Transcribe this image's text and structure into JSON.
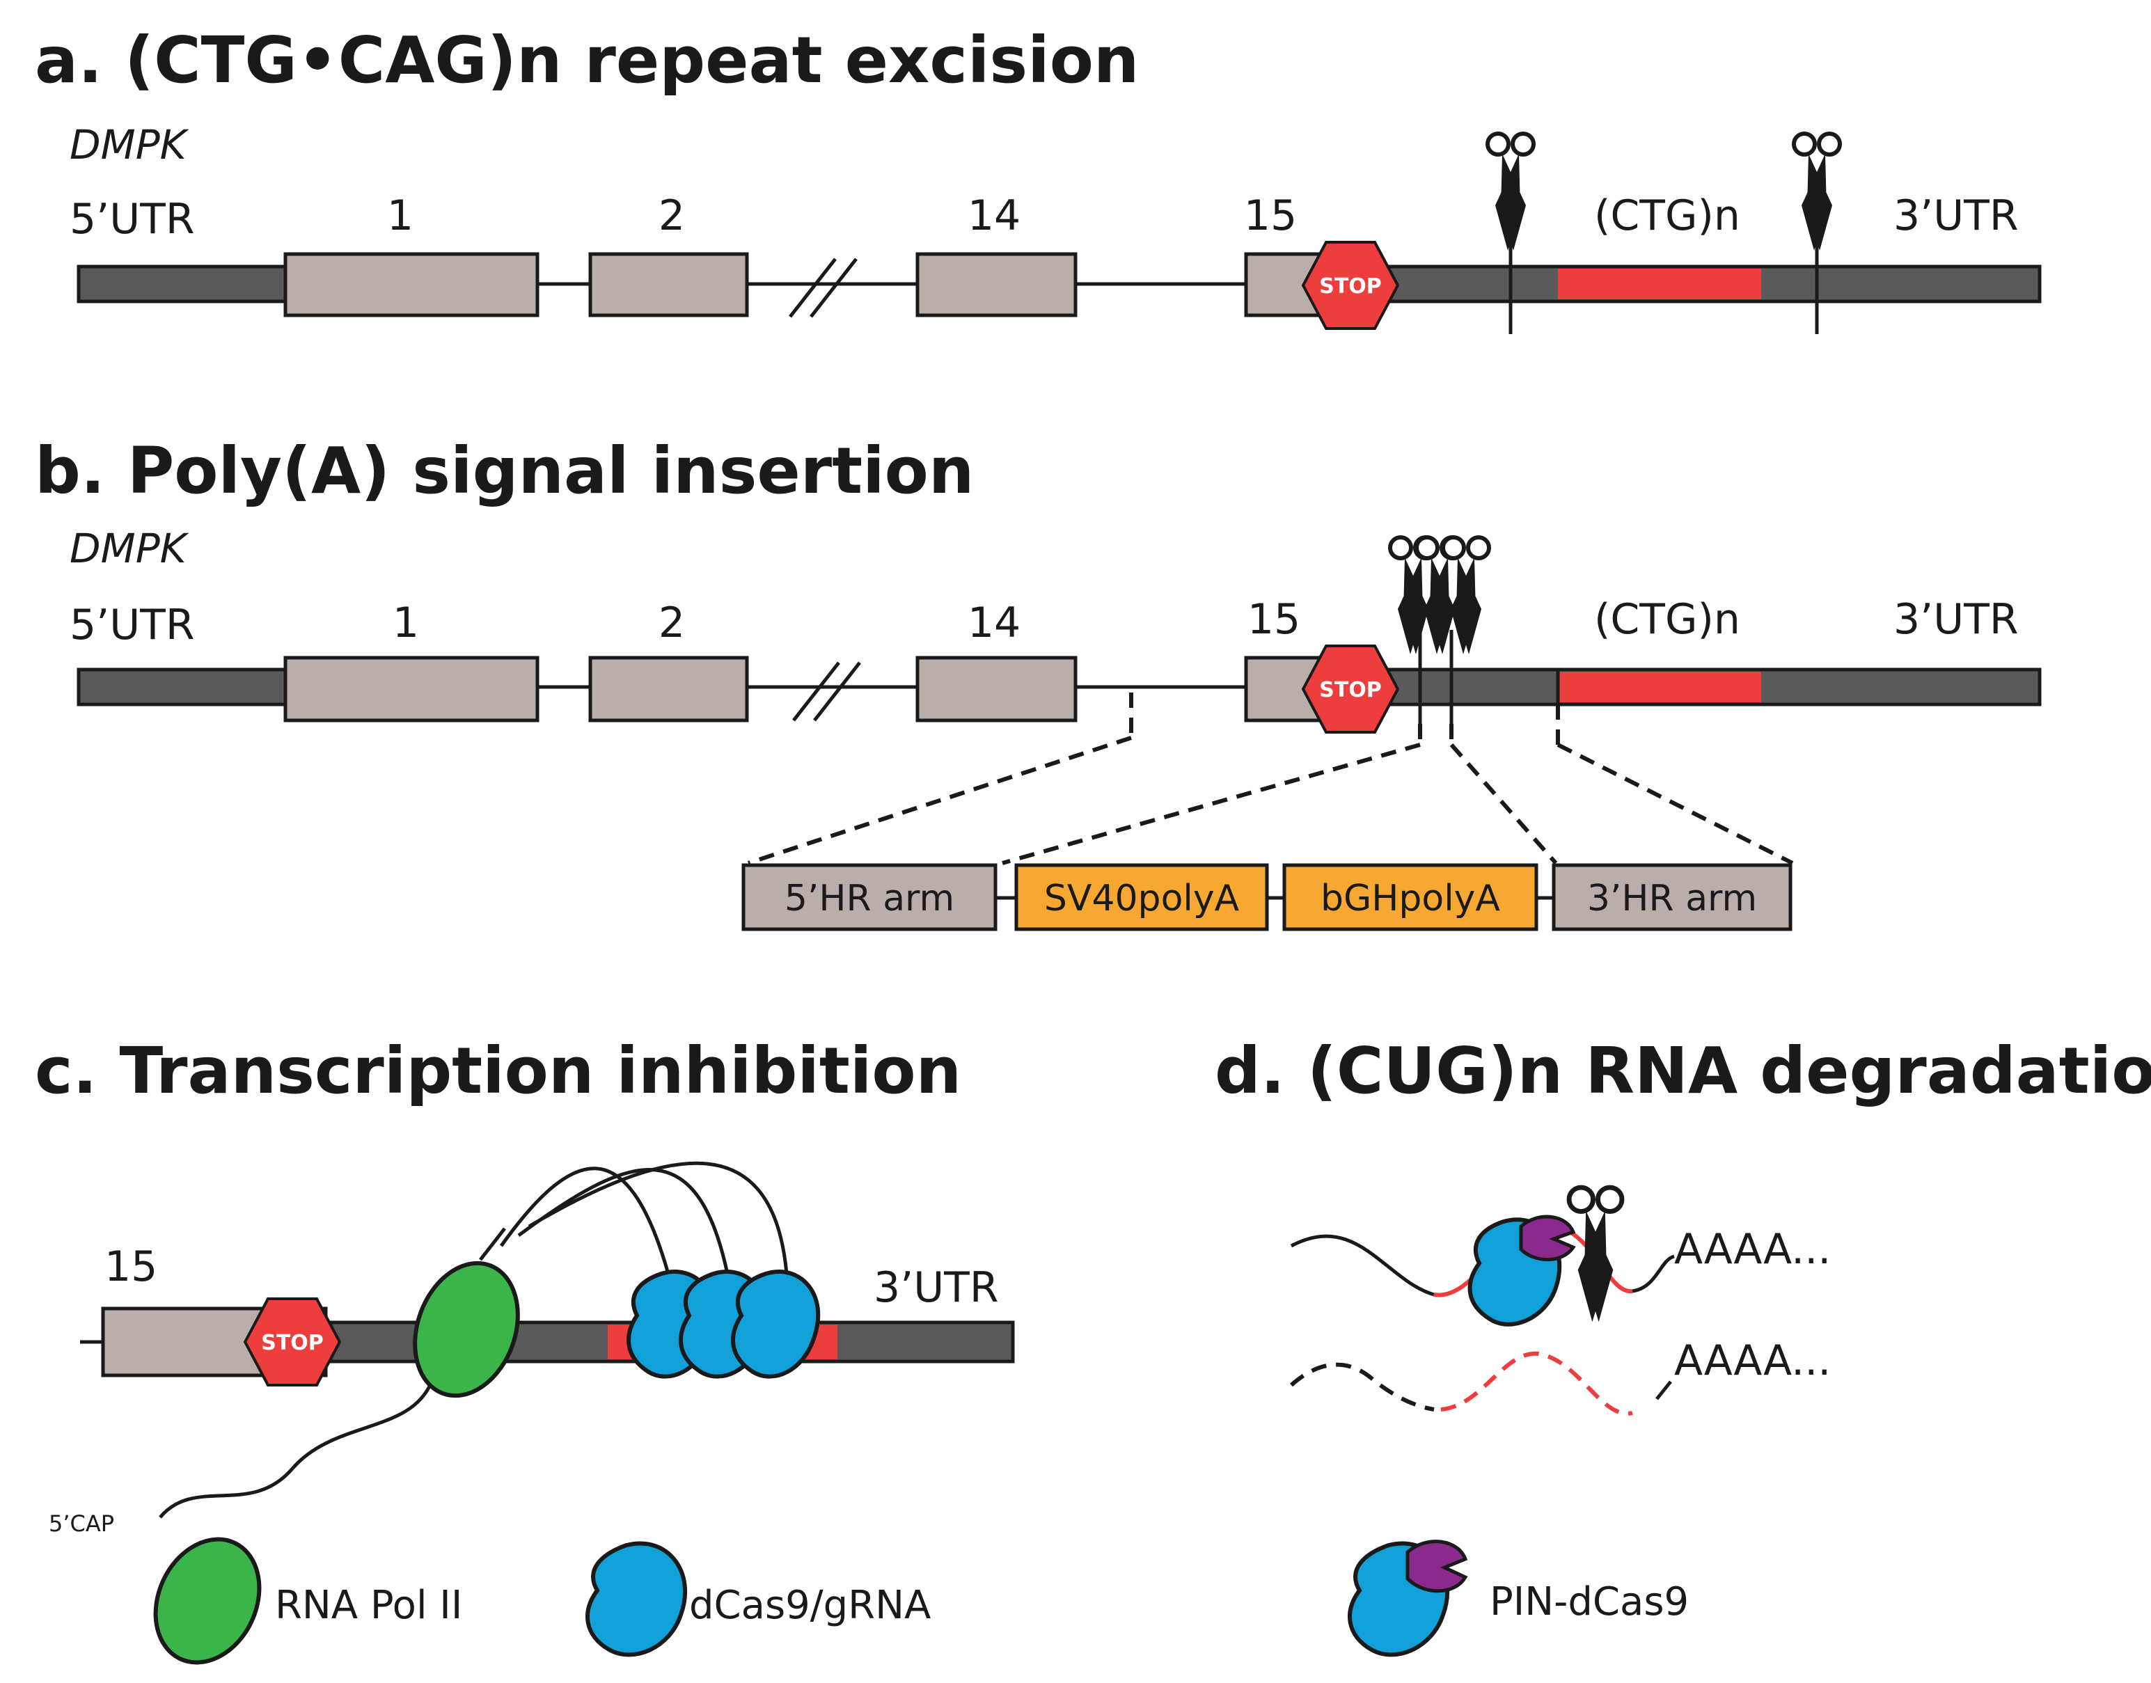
{
  "panel_a": {
    "title": "a. (CTG•CAG)n repeat excision",
    "gene": "DMPK",
    "utr5": "5’UTR",
    "exons": [
      "1",
      "2",
      "14",
      "15"
    ],
    "stop": "STOP",
    "repeat": "(CTG)n",
    "utr3": "3’UTR"
  },
  "panel_b": {
    "title": "b. Poly(A) signal insertion",
    "gene": "DMPK",
    "utr5": "5’UTR",
    "exons": [
      "1",
      "2",
      "14",
      "15"
    ],
    "stop": "STOP",
    "repeat": "(CTG)n",
    "utr3": "3’UTR",
    "cassette": [
      "5’HR arm",
      "SV40polyA",
      "bGHpolyA",
      "3’HR arm"
    ]
  },
  "panel_c": {
    "title": "c. Transcription inhibition",
    "exon": "15",
    "stop": "STOP",
    "utr3": "3’UTR",
    "cap": "5’CAP",
    "legend_pol": "RNA Pol II",
    "legend_cas": "dCas9/gRNA"
  },
  "panel_d": {
    "title": "d. (CUG)n RNA degradation",
    "polya_1": "AAAA...",
    "polya_2": "AAAA...",
    "legend": "PIN-dCas9"
  },
  "colors": {
    "repeat": "#ee3d3d",
    "exon": "#b9aeaa",
    "utr_bar": "#5a5a5a",
    "stop": "#ee3d3d",
    "polyA_box": "#f7a833",
    "dcas9": "#12a0d8",
    "rna_pol": "#3bb44a",
    "pin": "#8b2a8c"
  },
  "icons": [
    "scissors-icon",
    "stop-sign-icon"
  ]
}
